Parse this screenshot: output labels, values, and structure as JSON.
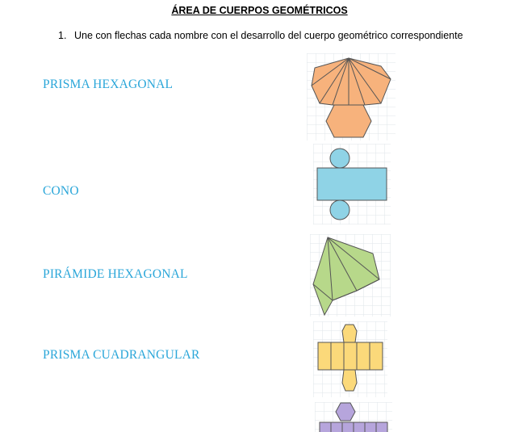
{
  "document": {
    "title": "ÁREA DE CUERPOS GEOMÉTRICOS",
    "instruction": {
      "number": "1.",
      "text": "Une con flechas cada nombre con el desarrollo del cuerpo geométrico correspondiente"
    }
  },
  "names": [
    {
      "label": "PRISMA HEXAGONAL"
    },
    {
      "label": "CONO"
    },
    {
      "label": "PIRÁMIDE HEXAGONAL"
    },
    {
      "label": "PRISMA CUADRANGULAR"
    }
  ],
  "figures": [
    {
      "icon": "cone-sector-net-icon",
      "fill": "#f7b27c"
    },
    {
      "icon": "cylinder-net-icon",
      "fill": "#8fd3e6"
    },
    {
      "icon": "pyramid-net-icon",
      "fill": "#b7d88a"
    },
    {
      "icon": "square-prism-net-icon",
      "fill": "#fbd97a"
    },
    {
      "icon": "hexagonal-prism-net-icon",
      "fill": "#b6a5dc"
    }
  ],
  "colors": {
    "name_text": "#2aa6d9",
    "grid": "#dfe5ea",
    "stroke": "#555555"
  }
}
